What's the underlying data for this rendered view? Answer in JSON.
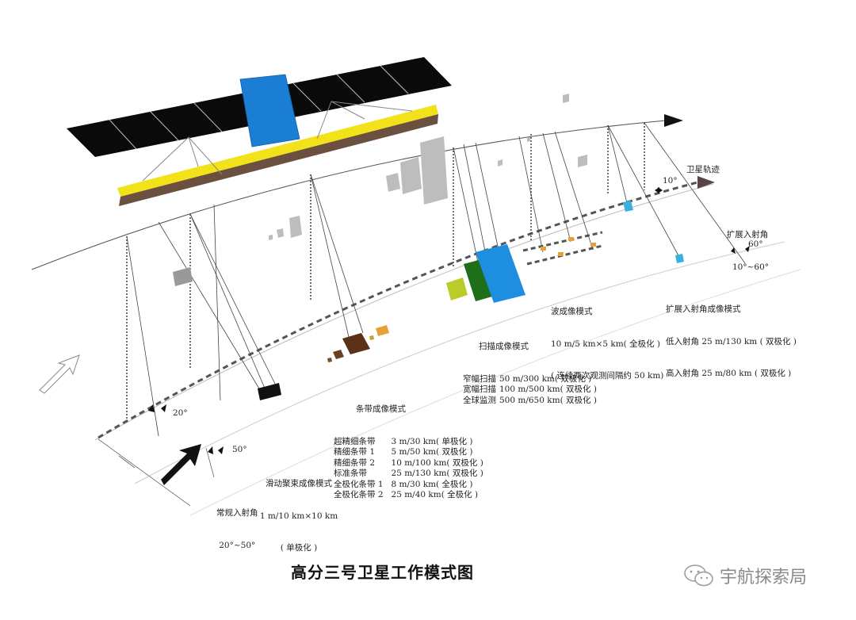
{
  "figure": {
    "title": "高分三号卫星工作模式图",
    "watermark": {
      "icon": "wechat-icon",
      "text": "宇航探索局"
    }
  },
  "orbit": {
    "track_label": "卫星轨迹",
    "track_angle": "10°"
  },
  "extended_incidence": {
    "label": "扩展入射角",
    "range": "10°~60°",
    "angle": "60°"
  },
  "regular_incidence": {
    "label": "常规入射角",
    "range": "20°~50°",
    "angle_min": "20°",
    "angle_max": "50°"
  },
  "modes": {
    "sliding_spotlight": {
      "title": "滑动聚束成像模式",
      "lines": [
        "1 m/10 km×10 km",
        "( 单极化 )"
      ]
    },
    "stripmap": {
      "title": "条带成像模式",
      "rows": [
        {
          "name": "超精细条带",
          "spec": "3 m/30 km( 单极化 )"
        },
        {
          "name": "精细条带 1",
          "spec": "5 m/50 km( 双极化 )"
        },
        {
          "name": "精细条带 2",
          "spec": "10 m/100 km( 双极化 )"
        },
        {
          "name": "标准条带",
          "spec": "25 m/130 km( 双极化 )"
        },
        {
          "name": "全极化条带 1",
          "spec": "8 m/30 km( 全极化 )"
        },
        {
          "name": "全极化条带 2",
          "spec": "25 m/40 km( 全极化 )"
        }
      ]
    },
    "scan": {
      "title": "扫描成像模式",
      "rows": [
        {
          "name": "窄幅扫描",
          "spec": "50 m/300 km( 双极化 )"
        },
        {
          "name": "宽幅扫描",
          "spec": "100 m/500 km( 双极化 )"
        },
        {
          "name": "全球监测",
          "spec": "500 m/650 km( 双极化 )"
        }
      ]
    },
    "wave": {
      "title": "波成像模式",
      "lines": [
        "10 m/5 km×5 km( 全极化 )",
        "( 连续两次观测间隔约 50 km)"
      ]
    },
    "extended_incidence_mode": {
      "title": "扩展入射角成像模式",
      "rows": [
        {
          "name": "低入射角",
          "spec": "25 m/130 km ( 双极化 )"
        },
        {
          "name": "高入射角",
          "spec": "25 m/80 km ( 双极化 )"
        }
      ]
    }
  },
  "colors": {
    "solar_panel": "#0a0a0a",
    "satellite_body": "#1a7fd4",
    "antenna_edge": "#f2e21a",
    "antenna_face": "#6b5040",
    "scan_narrow": "#b9cc2a",
    "scan_wide": "#1f6e1a",
    "scan_global": "#1e8fe0",
    "wave_footprint": "#e6a23a",
    "extended_footprint": "#3ab0dc",
    "strip_footprint": "#5a3018",
    "shadow_gray": "#bdbdbd"
  }
}
